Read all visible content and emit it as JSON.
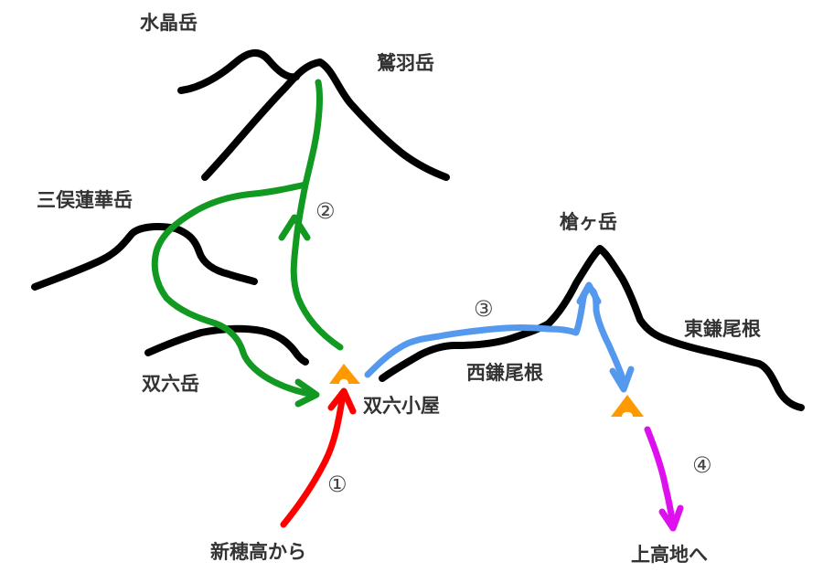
{
  "labels": {
    "suisho": "水晶岳",
    "washiba": "鷲羽岳",
    "mitsumata": "三俣蓮華岳",
    "yari": "槍ヶ岳",
    "higashikama": "東鎌尾根",
    "sugoroku": "双六岳",
    "nishikama": "西鎌尾根",
    "sugoroku_hut": "双六小屋",
    "from_shinhotaka": "新穂高から",
    "to_kamikochi": "上高地へ"
  },
  "steps": {
    "s1": "①",
    "s2": "②",
    "s3": "③",
    "s4": "④"
  },
  "colors": {
    "ridge": "#000000",
    "route1": "#ff0000",
    "route2": "#119922",
    "route3": "#5599ee",
    "route4": "#dd11ee",
    "hut": "#ff9900",
    "text": "#333333"
  }
}
